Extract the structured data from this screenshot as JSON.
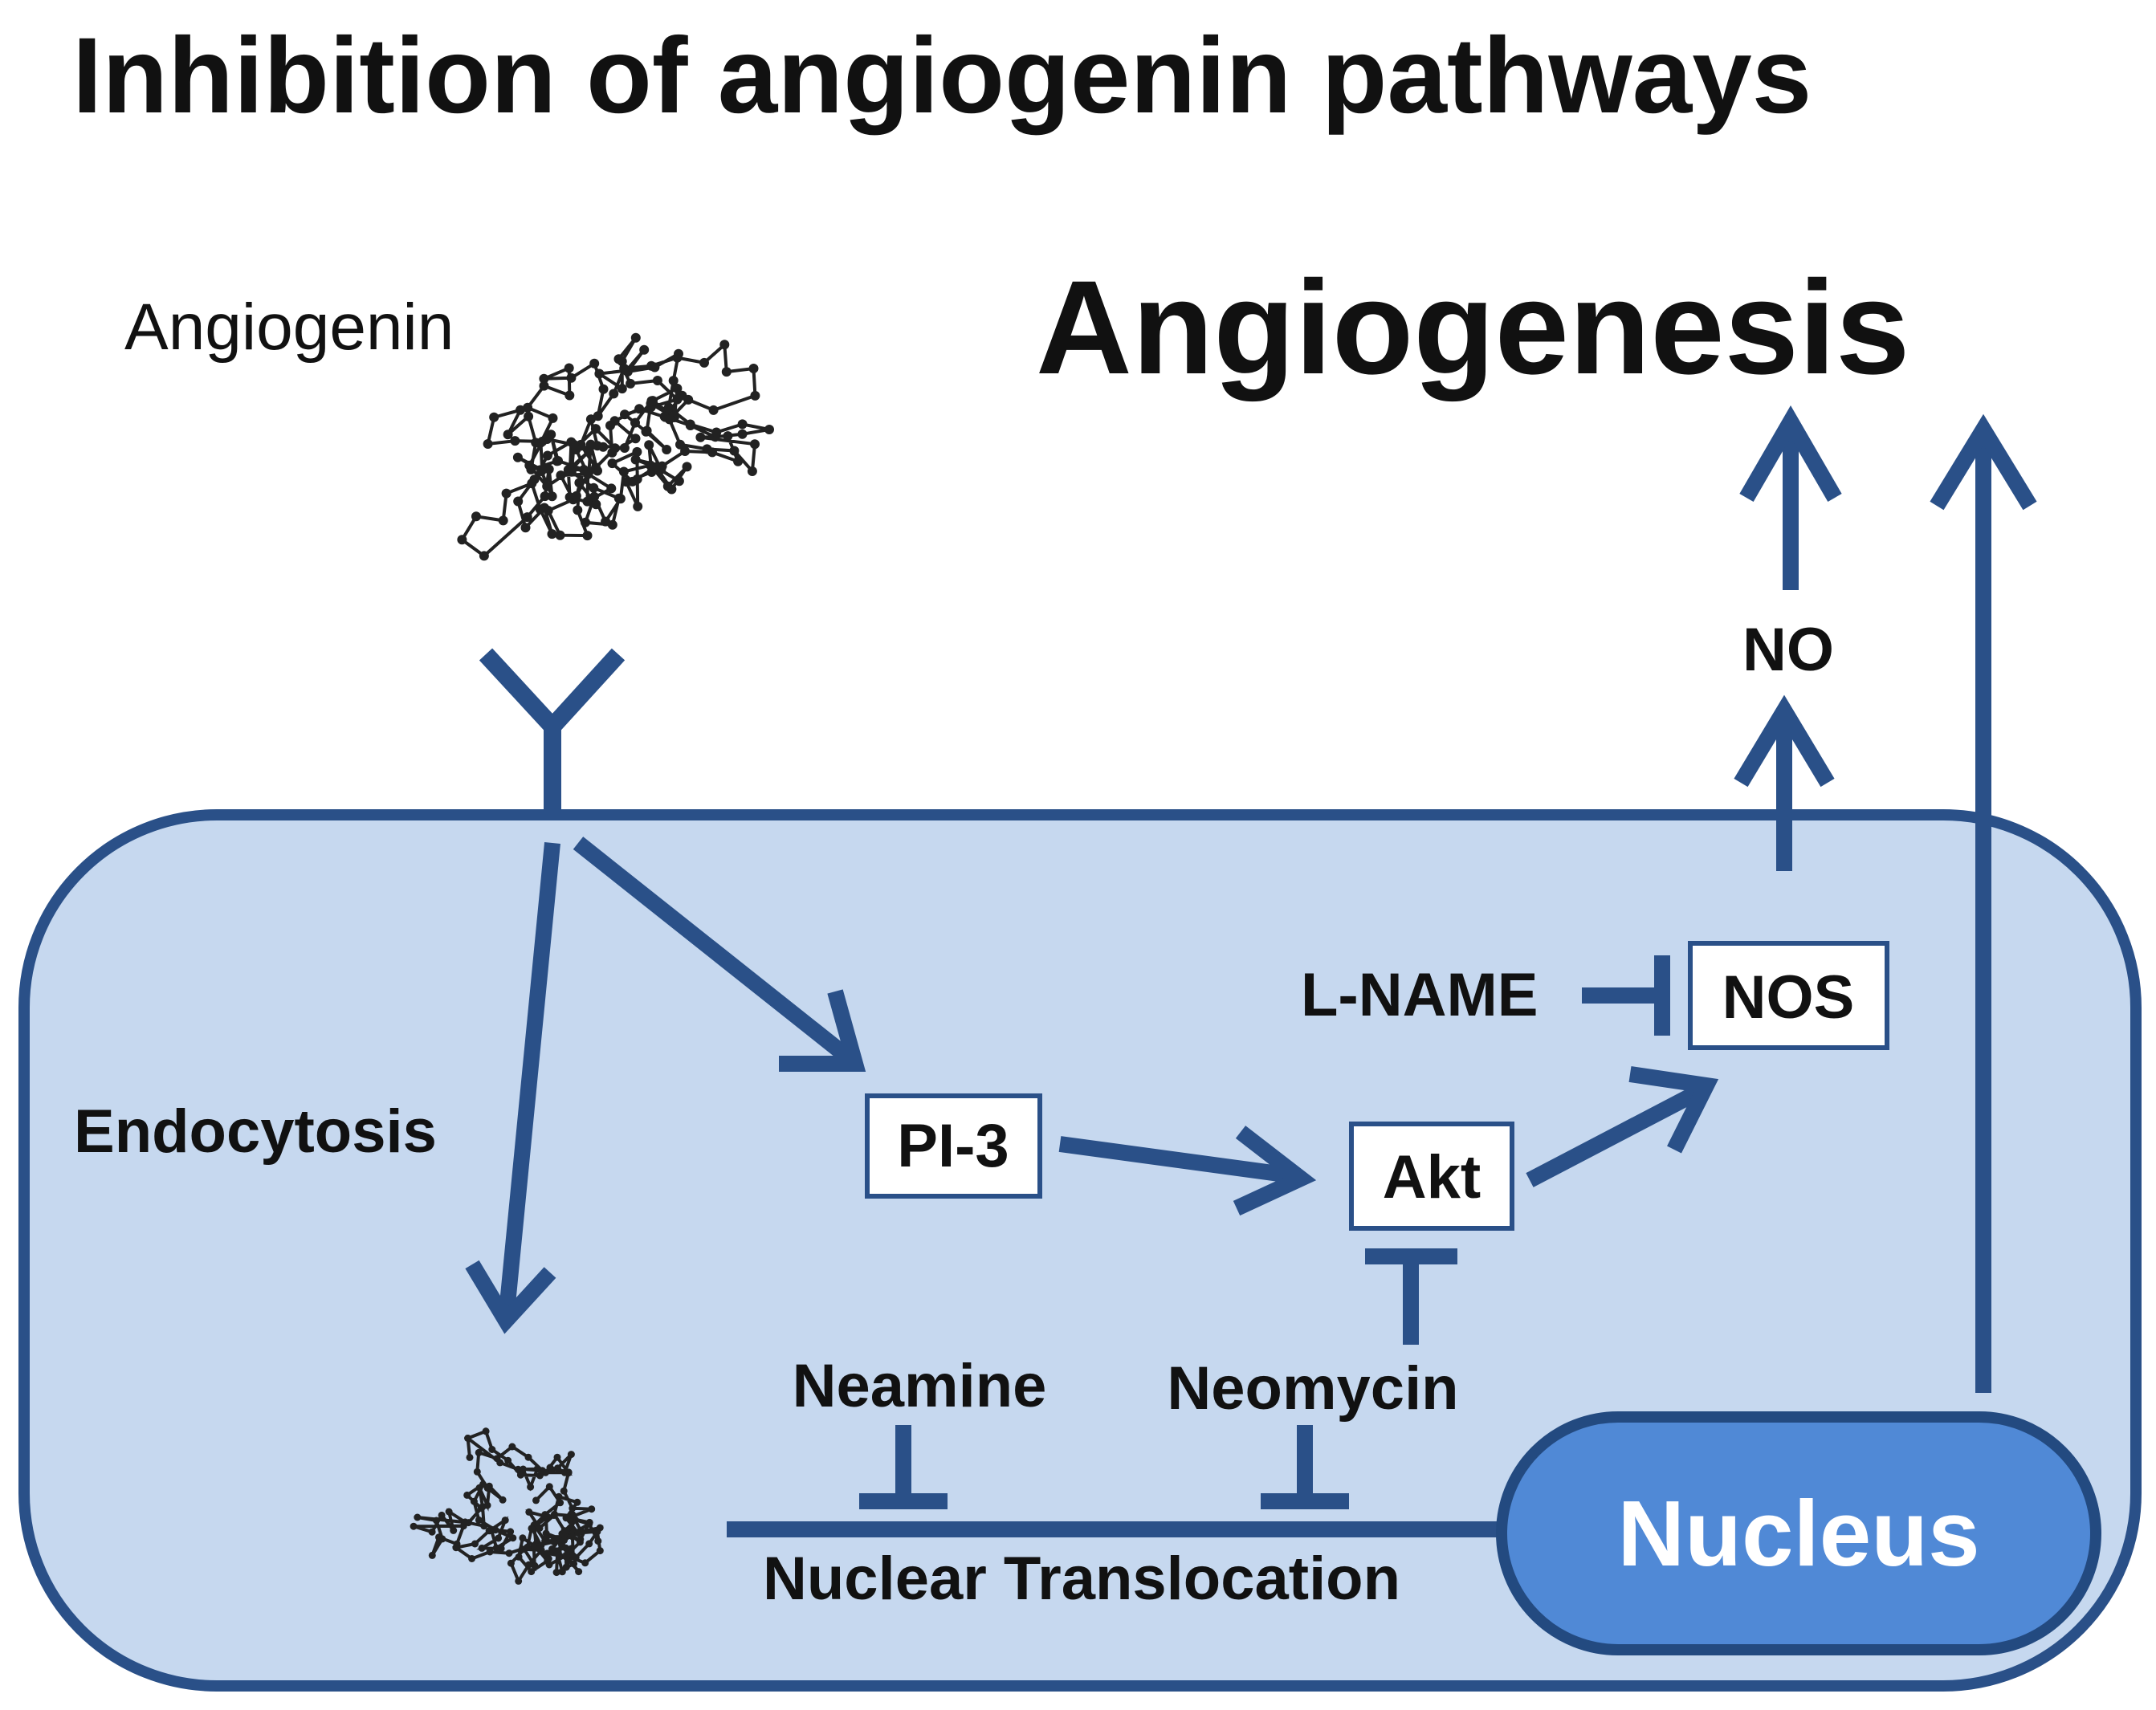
{
  "title": "Inhibition of angiogenin pathways",
  "labels": {
    "angiogenin": "Angiogenin",
    "angiogenesis": "Angiogenesis",
    "endocytosis": "Endocytosis",
    "no": "NO",
    "l_name": "L-NAME",
    "neamine": "Neamine",
    "neomycin": "Neomycin",
    "nuclear_translocation": "Nuclear Translocation"
  },
  "nodes": {
    "pi3": "PI-3",
    "akt": "Akt",
    "nos": "NOS",
    "nucleus": "Nucleus"
  },
  "colors": {
    "cell_fill": "#c6d8ef",
    "cell_stroke": "#2a5088",
    "arrow": "#2a5088",
    "nucleus_fill": "#5089d6"
  }
}
